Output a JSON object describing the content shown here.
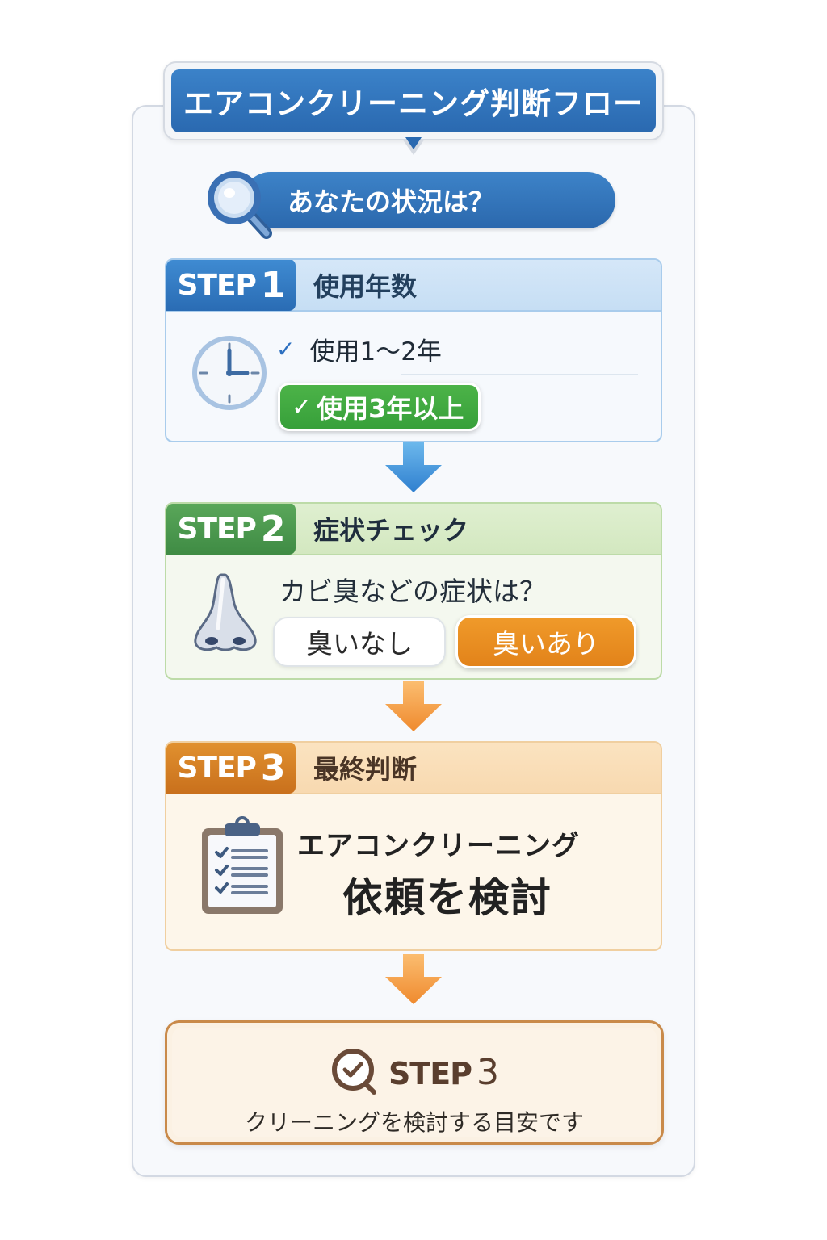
{
  "header": {
    "title": "エアコンクリーニング判断フロー",
    "question": "あなたの状況は？",
    "question_icon": "magnifier-icon"
  },
  "steps": [
    {
      "badge_label": "STEP",
      "badge_number": "1",
      "title": "使用年数",
      "icon": "clock-icon",
      "color": "#2f73bd",
      "options": [
        {
          "label": "使用1〜2年",
          "check": "✓",
          "selected": false
        },
        {
          "label": "使用3年以上",
          "check": "✓",
          "selected": true,
          "color": "#3fa63f"
        }
      ]
    },
    {
      "badge_label": "STEP",
      "badge_number": "2",
      "title": "症状チェック",
      "icon": "nose-icon",
      "color": "#4a984c",
      "question": "カビ臭などの症状は？",
      "options": [
        {
          "label": "臭いなし",
          "selected": false
        },
        {
          "label": "臭いあり",
          "selected": true,
          "color": "#e8891f"
        }
      ]
    },
    {
      "badge_label": "STEP",
      "badge_number": "3",
      "title": "最終判断",
      "icon": "clipboard-checklist-icon",
      "color": "#d67f24",
      "result_line1": "エアコンクリーニング",
      "result_line2": "依頼を検討"
    }
  ],
  "arrows": [
    {
      "color": "#3b8fd8",
      "icon": "arrow-down-icon"
    },
    {
      "color": "#f0953a",
      "icon": "arrow-down-icon"
    },
    {
      "color": "#f0953a",
      "icon": "arrow-down-icon"
    }
  ],
  "summary": {
    "icon": "magnifier-check-icon",
    "step_label": "STEP",
    "step_number": "3",
    "text": "クリーニングを検討する目安です",
    "border_color": "#c98a4a"
  }
}
